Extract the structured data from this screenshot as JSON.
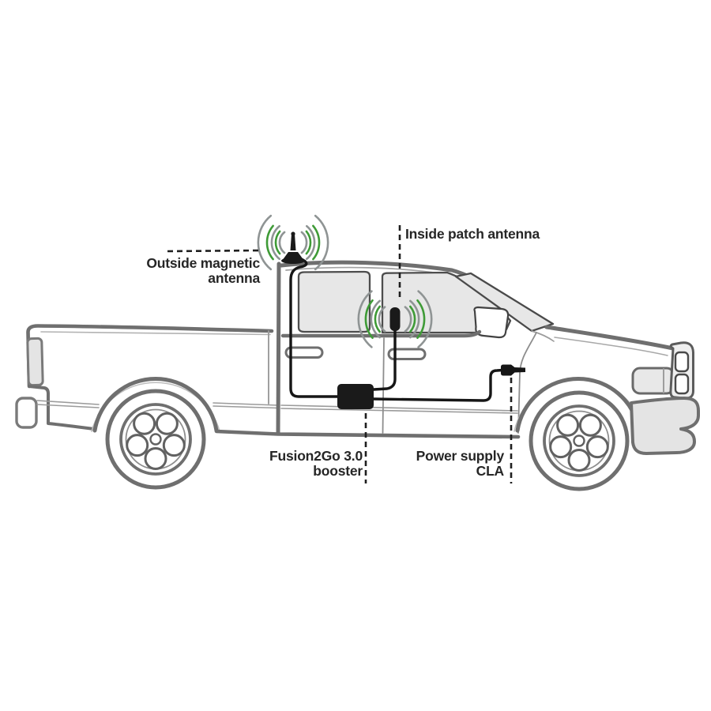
{
  "diagram": {
    "labels": {
      "outside_antenna": {
        "line1": "Outside magnetic",
        "line2": "antenna"
      },
      "inside_antenna": {
        "line1": "Inside patch antenna"
      },
      "booster": {
        "line1": "Fusion2Go 3.0",
        "line2": "booster"
      },
      "power_supply": {
        "line1": "Power supply",
        "line2": "CLA"
      }
    },
    "colors": {
      "signal_green": "#3f9b37",
      "signal_gray": "#8f9494",
      "truck_line_gray": "#6f6f6f",
      "device_black": "#1a1a1a",
      "window_fill": "#e7e7e7",
      "background": "#ffffff"
    }
  }
}
